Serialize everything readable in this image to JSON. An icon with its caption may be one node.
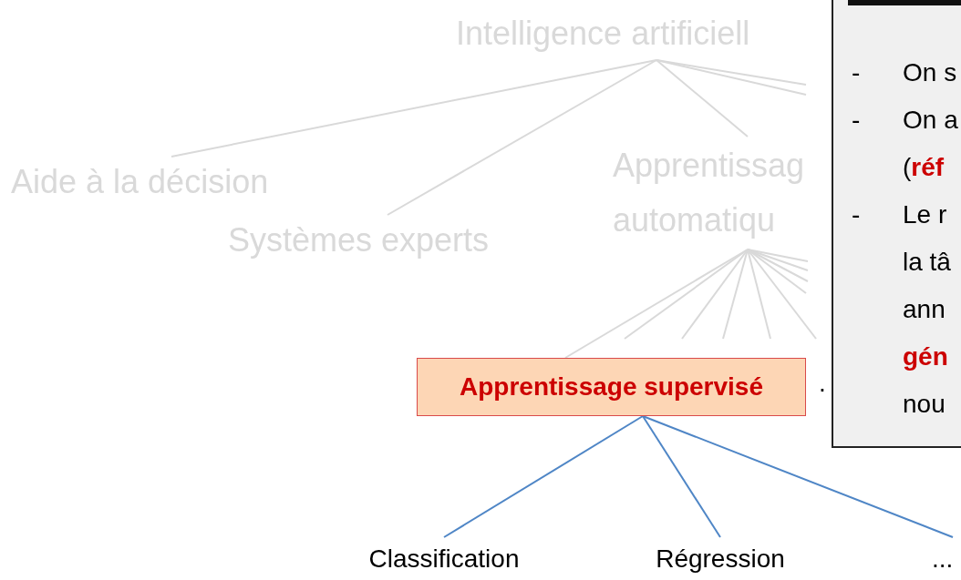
{
  "diagram": {
    "nodes": [
      {
        "text": [
          "Intelligence artificiell"
        ]
      },
      {
        "text": [
          "Aide à la décision"
        ]
      },
      {
        "text": [
          "Systèmes experts"
        ]
      },
      {
        "text": [
          "Apprentissag automatiqu"
        ]
      },
      {
        "text": [
          "Apprentissage supervisé"
        ]
      },
      {
        "text": [
          "Classification"
        ]
      },
      {
        "text": [
          "Régression"
        ]
      },
      {
        "text": [
          "..."
        ]
      },
      {
        "text": [
          "-",
          "On s",
          "-",
          "On a (**réf**",
          "-",
          "Le r la tâ ann **gén** nou"
        ]
      }
    ],
    "edges": [
      {
        "from": 0,
        "to": 1,
        "arrow": "none"
      },
      {
        "from": 0,
        "to": 2,
        "arrow": "none"
      },
      {
        "from": 0,
        "to": 3,
        "arrow": "none"
      },
      {
        "from": 0,
        "to": null,
        "arrow": "none"
      },
      {
        "from": 0,
        "to": null,
        "arrow": "none"
      },
      {
        "from": 3,
        "to": 4,
        "arrow": "none"
      },
      {
        "from": 3,
        "to": null,
        "arrow": "none"
      },
      {
        "from": 3,
        "to": null,
        "arrow": "none"
      },
      {
        "from": 3,
        "to": null,
        "arrow": "none"
      },
      {
        "from": 3,
        "to": null,
        "arrow": "none"
      },
      {
        "from": 3,
        "to": null,
        "arrow": "none"
      },
      {
        "from": 3,
        "to": null,
        "arrow": "none"
      },
      {
        "from": 3,
        "to": null,
        "arrow": "none"
      },
      {
        "from": 3,
        "to": null,
        "arrow": "none"
      },
      {
        "from": 3,
        "to": null,
        "arrow": "none"
      },
      {
        "from": 4,
        "to": 5,
        "arrow": "none",
        "color": "#4f86c6"
      },
      {
        "from": 4,
        "to": 6,
        "arrow": "none",
        "color": "#4f86c6"
      },
      {
        "from": 4,
        "to": 7,
        "arrow": "none",
        "color": "#4f86c6"
      }
    ],
    "labels": [
      "."
    ]
  }
}
